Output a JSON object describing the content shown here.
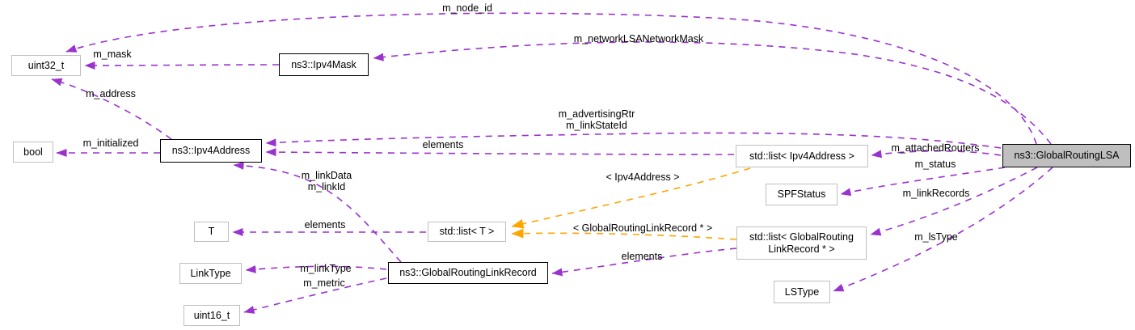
{
  "diagram": {
    "kind": "doxygen-collaboration-diagram",
    "main_class": "ns3::GlobalRoutingLSA",
    "colors": {
      "usage_edge": "#9a32cd",
      "template_edge": "#ffa500",
      "node_fill": "#ffffff",
      "main_node_fill": "#bfbfbf",
      "plain_border": "#bfbfbf",
      "class_border": "#000000"
    },
    "nodes": {
      "uint32": {
        "label": "uint32_t"
      },
      "ipv4mask": {
        "label": "ns3::Ipv4Mask"
      },
      "bool": {
        "label": "bool"
      },
      "ipv4address": {
        "label": "ns3::Ipv4Address"
      },
      "t": {
        "label": "T"
      },
      "list_t": {
        "label": "std::list< T >"
      },
      "linktype": {
        "label": "LinkType"
      },
      "linkrecord": {
        "label": "ns3::GlobalRoutingLinkRecord"
      },
      "uint16": {
        "label": "uint16_t"
      },
      "list_ipv4": {
        "label": "std::list< Ipv4Address >"
      },
      "spfstatus": {
        "label": "SPFStatus"
      },
      "list_grlr": {
        "label": "std::list< GlobalRouting\nLinkRecord * >"
      },
      "lstype": {
        "label": "LSType"
      },
      "lsa": {
        "label": "ns3::GlobalRoutingLSA"
      }
    },
    "edge_labels": {
      "m_node_id": "m_node_id",
      "m_networkLSANetworkMask": "m_networkLSANetworkMask",
      "m_mask": "m_mask",
      "m_address": "m_address",
      "m_initialized": "m_initialized",
      "elements_ipv4": "elements",
      "m_advertisingRtr_linkStateId": "m_advertisingRtr\nm_linkStateId",
      "m_attachedRouters": "m_attachedRouters",
      "m_status": "m_status",
      "tmpl_ipv4": "< Ipv4Address >",
      "m_linkData_linkId": "m_linkData\nm_linkId",
      "m_linkRecords": "m_linkRecords",
      "elements_t": "elements",
      "tmpl_grlr": "< GlobalRoutingLinkRecord * >",
      "m_lsType": "m_lsType",
      "elements_grlr": "elements",
      "m_linkType": "m_linkType",
      "m_metric": "m_metric"
    }
  }
}
